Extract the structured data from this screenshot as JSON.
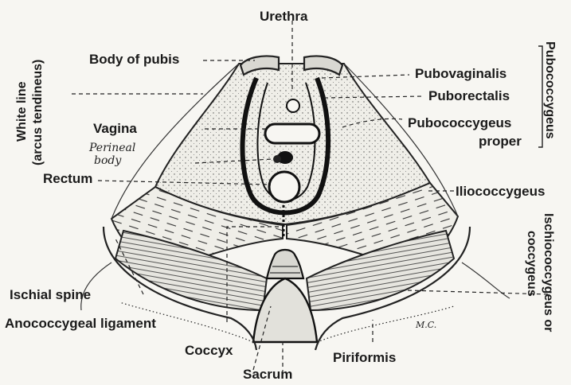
{
  "labels": {
    "urethra": "Urethra",
    "body_of_pubis": "Body of pubis",
    "white_line_1": "White line",
    "white_line_2": "(arcus tendineus)",
    "vagina": "Vagina",
    "perineal_1": "Perineal",
    "perineal_2": "body",
    "rectum": "Rectum",
    "pubovaginalis": "Pubovaginalis",
    "puborectalis": "Puborectalis",
    "pubococcygeus_proper_1": "Pubococcygeus",
    "pubococcygeus_proper_2": "proper",
    "pubococcygeus_group": "Pubococcygeus",
    "iliococcygeus": "Iliococcygeus",
    "ischiococcygeus": "Ischiococcygeus or",
    "coccygeus": "coccygeus",
    "ischial_spine": "Ischial spine",
    "anococcygeal_ligament": "Anococcygeal ligament",
    "coccyx": "Coccyx",
    "sacrum": "Sacrum",
    "piriformis": "Piriformis",
    "signature": "M.C."
  },
  "colors": {
    "ink": "#1a1a1a",
    "paper": "#f7f6f2",
    "muscle_fill": "#ecebe5"
  }
}
